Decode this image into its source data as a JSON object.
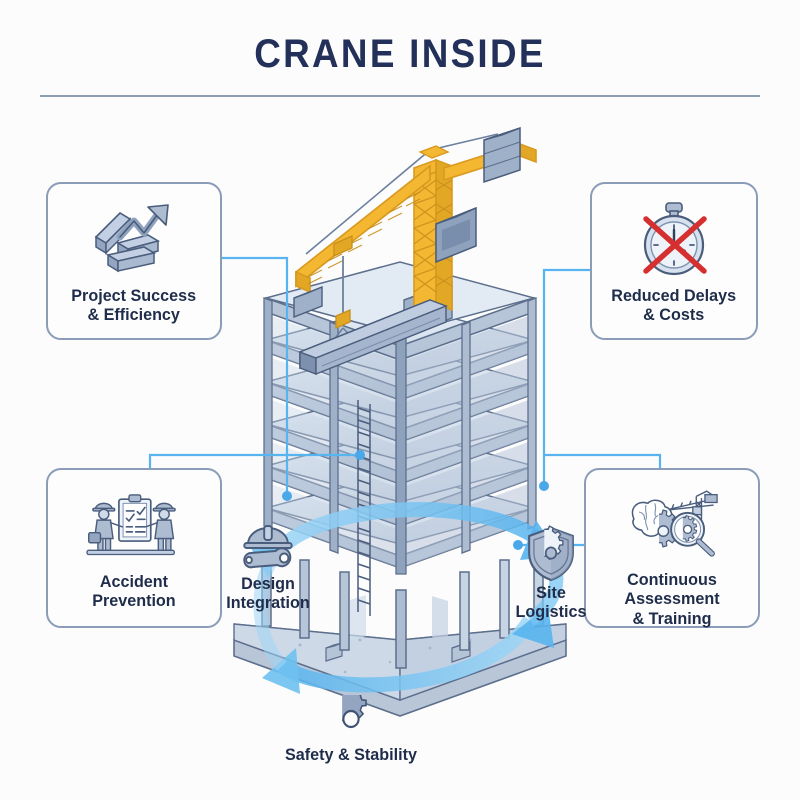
{
  "header": {
    "title": "CRANE INSIDE"
  },
  "palette": {
    "background": "#fcfcfd",
    "title_text": "#22305a",
    "rule": "#6b7f9e",
    "card_border": "#8a9cb8",
    "card_text": "#1f2d4a",
    "connector": "#58b4ee",
    "connector_dot": "#4aa8e8",
    "crane_yellow": "#f4b731",
    "crane_yellow_dark": "#d99a1f",
    "building_blue": "#aebcd2",
    "building_light": "#d5e0ec",
    "building_outline": "#5c6f8c",
    "arrow_blue": "#6ec1f0",
    "icon_fill": "#aebcd2",
    "icon_outline": "#3f5272",
    "cross_red": "#d62f2f"
  },
  "cards": [
    {
      "id": "project",
      "icon": "growth-bars-arrow-icon",
      "line1": "Project Success",
      "line2": "& Efficiency"
    },
    {
      "id": "delays",
      "icon": "stopwatch-crossed-out-icon",
      "line1": "Reduced Delays",
      "line2": "& Costs"
    },
    {
      "id": "accident",
      "icon": "workers-checklist-icon",
      "line1": "Accident",
      "line2": "Prevention"
    },
    {
      "id": "training",
      "icon": "brain-gear-magnifier-crane-icon",
      "line1": "Continuous Assessment",
      "line2": "& Training"
    }
  ],
  "inner_labels": [
    {
      "id": "design",
      "icon": "hardhat-wrench-icon",
      "line1": "Design",
      "line2": "Integration"
    },
    {
      "id": "site",
      "icon": "shield-gear-icon",
      "line1": "Site",
      "line2": "Logistics"
    },
    {
      "id": "safety",
      "icon": "gear-icon",
      "line1": "Safety & Stability",
      "line2": ""
    }
  ],
  "illustration": {
    "name": "isometric-building-with-tower-crane",
    "crane": "tower-crane-lifting-steel-beam",
    "building": "multi-story-steel-frame-building",
    "arrows": "circular-flow-arrows"
  }
}
